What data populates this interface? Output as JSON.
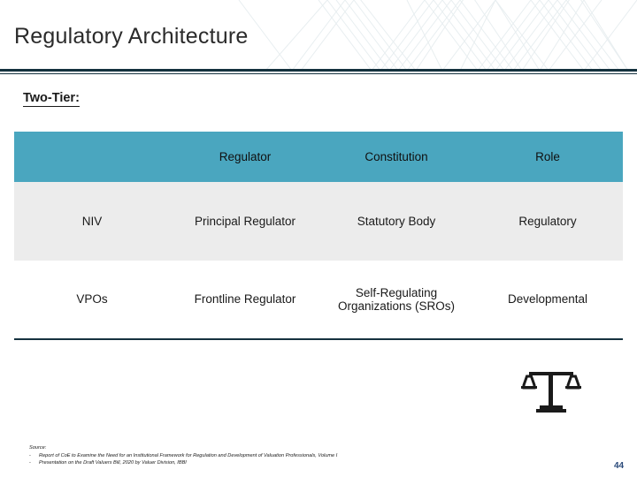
{
  "slide": {
    "title": "Regulatory Architecture",
    "subheading": "Two-Tier:",
    "page_number": "44"
  },
  "table": {
    "columns": [
      "",
      "Regulator",
      "Constitution",
      "Role"
    ],
    "rows": [
      {
        "entity": "NIV",
        "regulator": "Principal Regulator",
        "constitution": "Statutory Body",
        "role": "Regulatory"
      },
      {
        "entity": "VPOs",
        "regulator": "Frontline Regulator",
        "constitution": "Self-Regulating Organizations (SROs)",
        "role": "Developmental"
      }
    ]
  },
  "source": {
    "label": "Source:",
    "items": [
      "Report of CoE to Examine the Need for an Institutional Framework for Regulation and Development of Valuation Professionals, Volume I",
      "Presentation on the Draft Valuers Bill, 2020 by Valuer Division, IBBI"
    ],
    "bullet": "-"
  },
  "icons": {
    "scales": "scales-of-justice-icon"
  },
  "colors": {
    "header_band": "#4aa6bf",
    "rule": "#15323f",
    "row_alt": "#ececec",
    "page_number": "#2a4a7a"
  }
}
